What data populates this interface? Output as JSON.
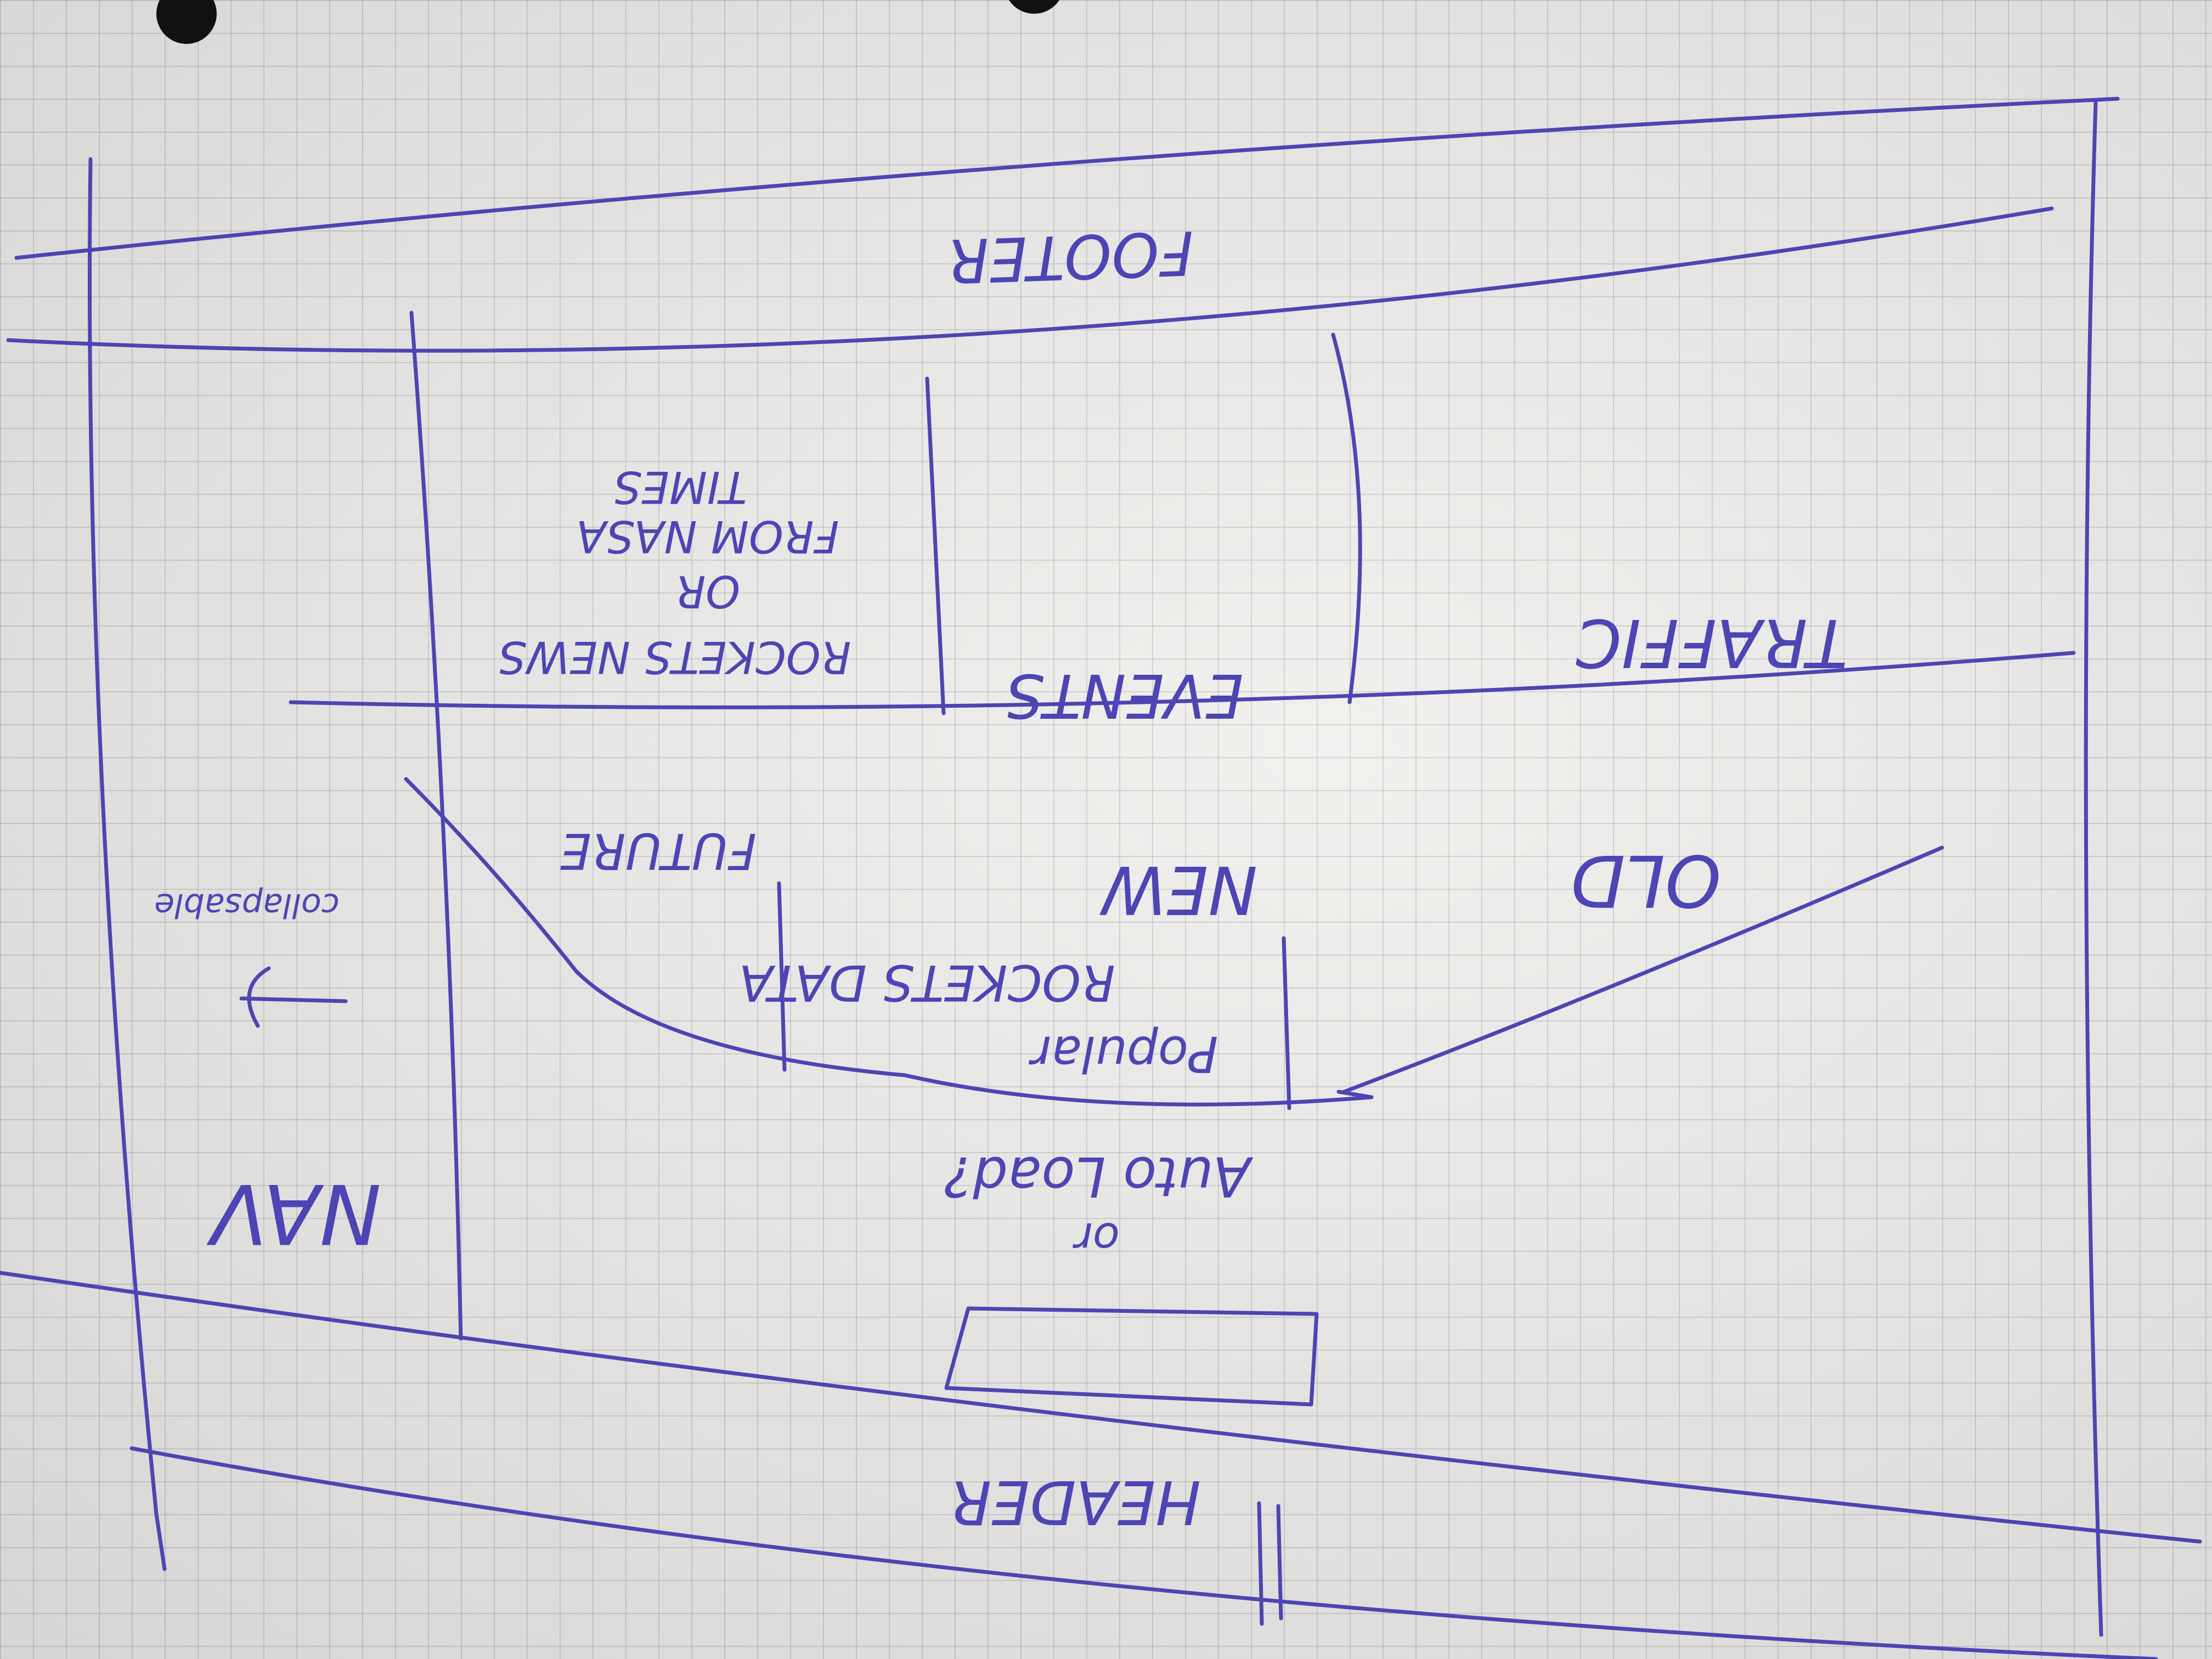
{
  "sketch": {
    "header_label": "HEADER",
    "nav_label": "NAV",
    "nav_note": "collapsable",
    "or_label": "or",
    "search_question": "Auto Load?",
    "popular_rockets_label": "Popular",
    "rockets_data_label": "ROCKETS DATA",
    "new_label": "NEW",
    "future_label": "FUTURE",
    "old_label": "OLD",
    "events_label": "EVENTS",
    "rockets_news_label": "ROCKETS NEWS",
    "or_label_2": "OR",
    "from_nasa_label": "FROM NASA",
    "times_label": "TIMES",
    "traffic_label": "TRAFFIC",
    "footer_label": "FOOTER"
  },
  "colors": {
    "ink": "#4d45b3",
    "paper": "#eeedea",
    "grid": "#9a9aa2"
  }
}
